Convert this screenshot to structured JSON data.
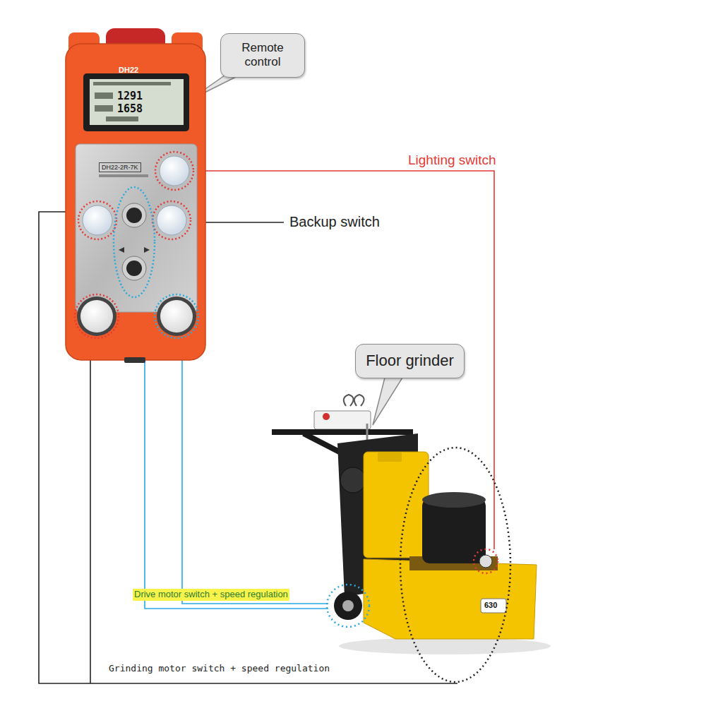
{
  "diagram": {
    "nodes": [
      {
        "text": [
          "Remote control"
        ]
      },
      {
        "text": [
          "Floor grinder"
        ]
      }
    ],
    "labels": [
      "DH22",
      "1291",
      "1658",
      "DH22-2R-7K",
      "Lighting switch",
      "Backup switch",
      "630",
      "Drive motor switch + speed regulation",
      "Grinding motor switch + speed regulation"
    ]
  }
}
